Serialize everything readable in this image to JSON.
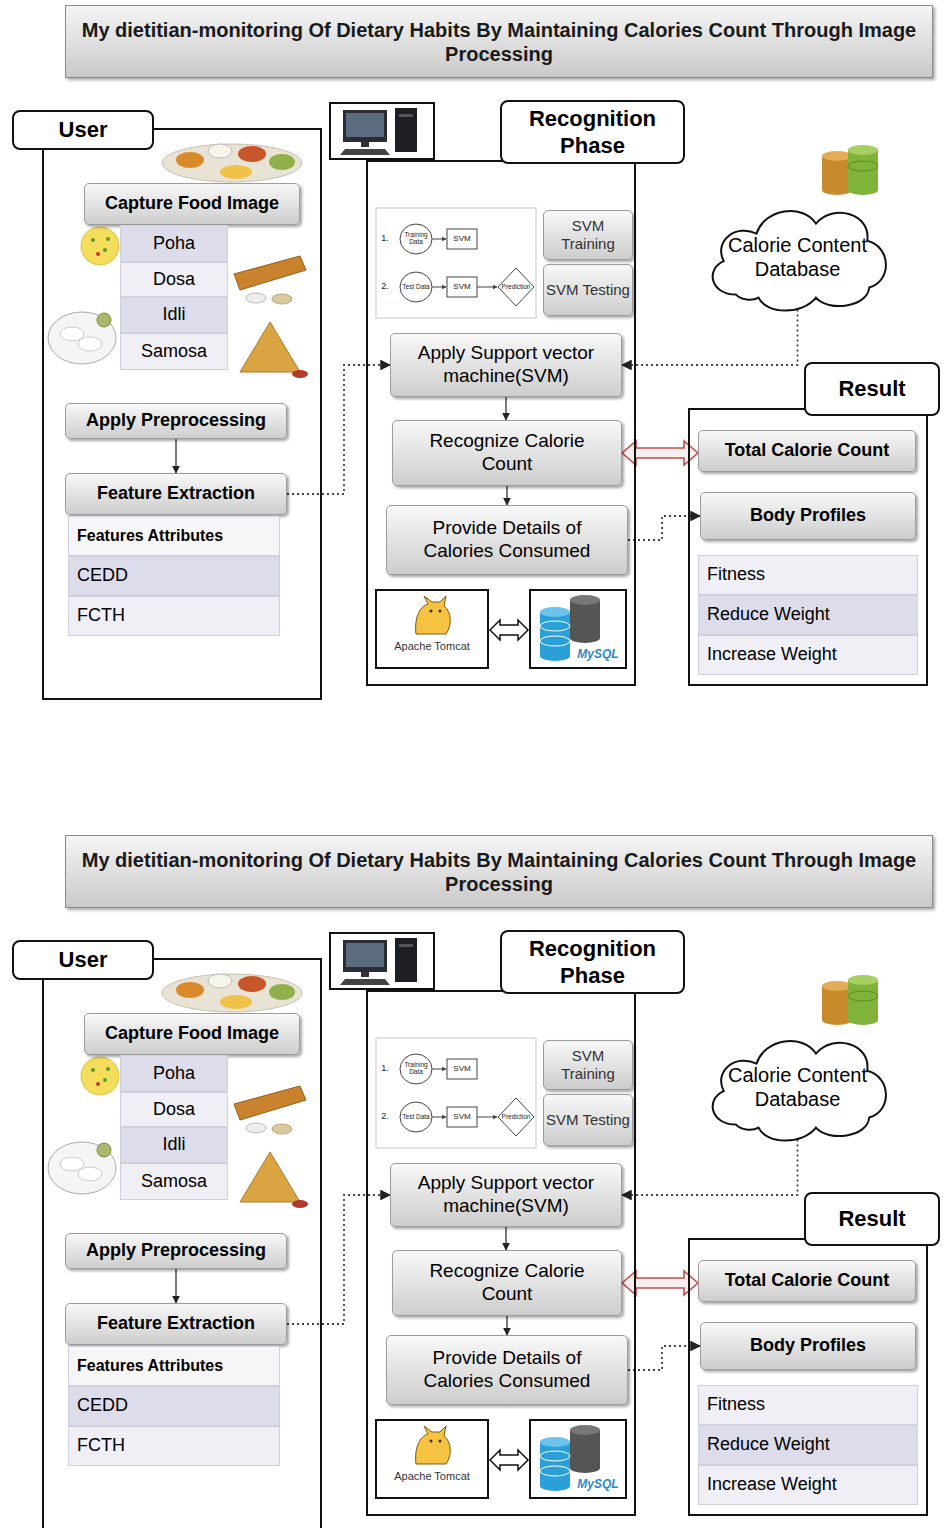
{
  "diagram": {
    "nodes": [
      {
        "text": [
          "My dietitian-monitoring Of Dietary Habits By Maintaining Calories Count Through Image Processing"
        ]
      },
      {
        "text": [
          "User"
        ]
      },
      {
        "text": [
          "Capture Food Image"
        ],
        "in": 1
      },
      {
        "text": [
          "Poha"
        ],
        "in": 1
      },
      {
        "text": [
          "Dosa"
        ],
        "in": 1
      },
      {
        "text": [
          "Idli"
        ],
        "in": 1
      },
      {
        "text": [
          "Samosa"
        ],
        "in": 1
      },
      {
        "text": [
          "Apply Preprocessing"
        ],
        "in": 1
      },
      {
        "text": [
          "Feature Extraction"
        ],
        "in": 1
      },
      {
        "text": [
          "Features Attributes"
        ],
        "in": 1
      },
      {
        "text": [
          "CEDD"
        ],
        "in": 1
      },
      {
        "text": [
          "FCTH"
        ],
        "in": 1
      },
      {
        "text": [
          "Recognition Phase"
        ]
      },
      {
        "text": [
          "SVM Training"
        ],
        "in": 12
      },
      {
        "text": [
          "SVM Testing"
        ],
        "in": 12
      },
      {
        "text": [
          "Apply Support vector machine(SVM)"
        ],
        "in": 12
      },
      {
        "text": [
          "Recognize Calorie Count"
        ],
        "in": 12
      },
      {
        "text": [
          "Provide Details of Calories Consumed"
        ],
        "in": 12
      },
      {
        "text": [
          "Calorie Content Database"
        ]
      },
      {
        "text": [
          "Result"
        ]
      },
      {
        "text": [
          "Total Calorie Count"
        ],
        "in": 19
      },
      {
        "text": [
          "Body Profiles"
        ],
        "in": 19
      },
      {
        "text": [
          "Fitness"
        ],
        "in": 19
      },
      {
        "text": [
          "Reduce Weight"
        ],
        "in": 19
      },
      {
        "text": [
          "Increase Weight"
        ],
        "in": 19
      },
      {
        "text": [
          "My dietitian-monitoring Of Dietary Habits By Maintaining Calories Count Through Image Processing"
        ]
      },
      {
        "text": [
          "User"
        ]
      },
      {
        "text": [
          "Capture Food Image"
        ],
        "in": 26
      },
      {
        "text": [
          "Poha"
        ],
        "in": 26
      },
      {
        "text": [
          "Dosa"
        ],
        "in": 26
      },
      {
        "text": [
          "Idli"
        ],
        "in": 26
      },
      {
        "text": [
          "Samosa"
        ],
        "in": 26
      },
      {
        "text": [
          "Apply Preprocessing"
        ],
        "in": 26
      },
      {
        "text": [
          "Feature Extraction"
        ],
        "in": 26
      },
      {
        "text": [
          "Features Attributes"
        ],
        "in": 26
      },
      {
        "text": [
          "CEDD"
        ],
        "in": 26
      },
      {
        "text": [
          "FCTH"
        ],
        "in": 26
      },
      {
        "text": [
          "Recognition Phase"
        ]
      },
      {
        "text": [
          "SVM Training"
        ],
        "in": 37
      },
      {
        "text": [
          "SVM Testing"
        ],
        "in": 37
      },
      {
        "text": [
          "Apply Support vector machine(SVM)"
        ],
        "in": 37
      },
      {
        "text": [
          "Recognize Calorie Count"
        ],
        "in": 37
      },
      {
        "text": [
          "Provide Details of Calories Consumed"
        ],
        "in": 37
      },
      {
        "text": [
          "Calorie Content Database"
        ]
      },
      {
        "text": [
          "Result"
        ]
      },
      {
        "text": [
          "Total Calorie Count"
        ],
        "in": 44
      },
      {
        "text": [
          "Body Profiles"
        ],
        "in": 44
      },
      {
        "text": [
          "Fitness"
        ],
        "in": 44
      },
      {
        "text": [
          "Reduce Weight"
        ],
        "in": 44
      },
      {
        "text": [
          "Increase Weight"
        ],
        "in": 44
      }
    ],
    "edges": [
      {
        "from": 7,
        "to": 8,
        "arrow": "to"
      },
      {
        "from": 8,
        "to": 15,
        "arrow": "to"
      },
      {
        "from": 18,
        "to": 15,
        "arrow": "to"
      },
      {
        "from": 15,
        "to": 16,
        "arrow": "to"
      },
      {
        "from": 16,
        "to": 17,
        "arrow": "to"
      },
      {
        "from": 16,
        "to": 20,
        "arrow": "both"
      },
      {
        "from": 17,
        "to": 21,
        "arrow": "to"
      },
      {
        "from": 32,
        "to": 33,
        "arrow": "to"
      },
      {
        "from": 33,
        "to": 40,
        "arrow": "to"
      },
      {
        "from": 43,
        "to": 40,
        "arrow": "to"
      },
      {
        "from": 40,
        "to": 41,
        "arrow": "to"
      },
      {
        "from": 41,
        "to": 42,
        "arrow": "to"
      },
      {
        "from": 41,
        "to": 45,
        "arrow": "both"
      },
      {
        "from": 42,
        "to": 46,
        "arrow": "to"
      }
    ],
    "labels": [
      "1.",
      "Training Data",
      "SVM",
      "2.",
      "Test Data",
      "SVM",
      "Prediction",
      "Apache Tomcat",
      "MySQL",
      "1.",
      "Training Data",
      "SVM",
      "2.",
      "Test Data",
      "SVM",
      "Prediction",
      "Apache Tomcat",
      "MySQL"
    ]
  }
}
